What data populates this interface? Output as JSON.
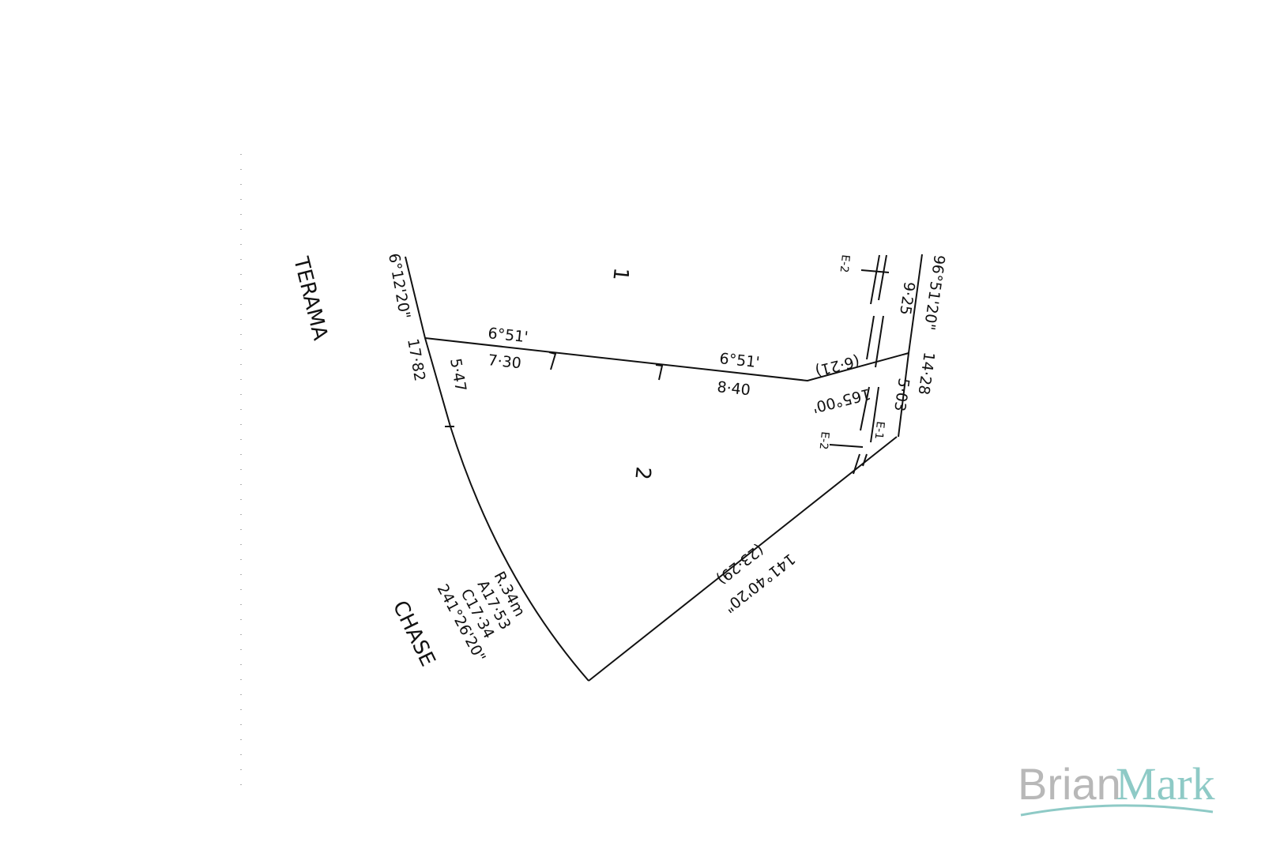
{
  "streets": [
    "TERAMA",
    "CHASE"
  ],
  "lots": [
    "1",
    "2"
  ],
  "dimensions": {
    "left_bearing": "6°12'20\"",
    "left_length": "17·82",
    "left_lower": "5·47",
    "top_bearing_1": "6°51'",
    "top_length_1": "7·30",
    "top_bearing_2": "6°51'",
    "top_length_2": "8·40",
    "angled_length": "(6·21)",
    "angle": "165°00'",
    "right_bearing": "96°51'20\"",
    "right_length": "14·28",
    "right_upper": "9·25",
    "right_lower": "5·03",
    "diag_length": "(23·29)",
    "diag_bearing": "141°40'20\"",
    "curve_radius": "R.34m",
    "curve_arc": "A17·53",
    "curve_chord": "C17·34",
    "curve_bearing": "241°26'20\""
  },
  "easements": [
    "E-2",
    "E-1",
    "E-2"
  ],
  "watermark": {
    "part1": "Brian",
    "part2": "Mark",
    "color1": "#b8b8b8",
    "color2": "#8ecac6"
  }
}
